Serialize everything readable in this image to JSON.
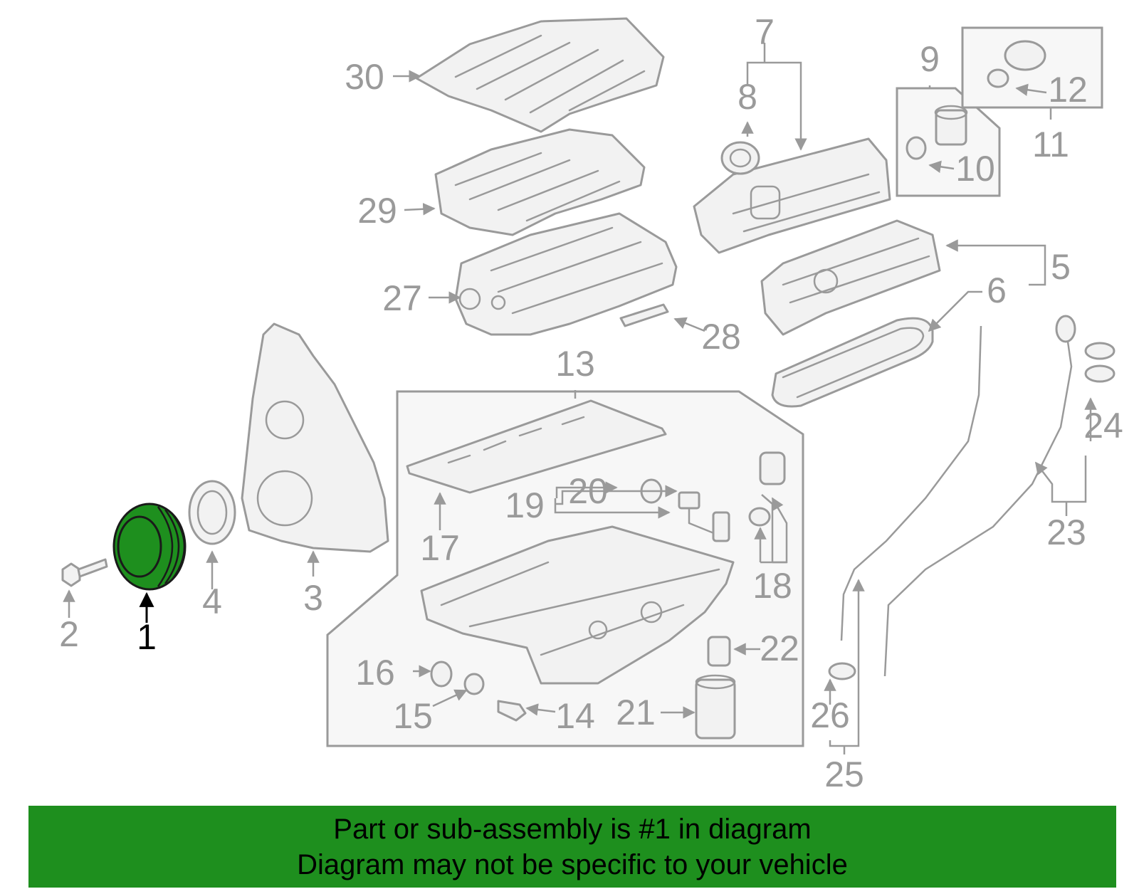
{
  "colors": {
    "highlight": "#1e8f1e",
    "banner_bg": "#1e8f1e",
    "part_stroke": "#9a9a9a",
    "label_gray": "#9a9a9a",
    "label_highlight": "#000000"
  },
  "highlighted_part": "1",
  "labels": {
    "l1": "1",
    "l2": "2",
    "l3": "3",
    "l4": "4",
    "l5": "5",
    "l6": "6",
    "l7": "7",
    "l8": "8",
    "l9": "9",
    "l10": "10",
    "l11": "11",
    "l12": "12",
    "l13": "13",
    "l14": "14",
    "l15": "15",
    "l16": "16",
    "l17": "17",
    "l18": "18",
    "l19": "19",
    "l20": "20",
    "l21": "21",
    "l22": "22",
    "l23": "23",
    "l24": "24",
    "l25": "25",
    "l26": "26",
    "l27": "27",
    "l28": "28",
    "l29": "29",
    "l30": "30"
  },
  "banner": {
    "line1": "Part or sub-assembly is #1 in diagram",
    "line2": "Diagram may not be specific to your vehicle"
  }
}
